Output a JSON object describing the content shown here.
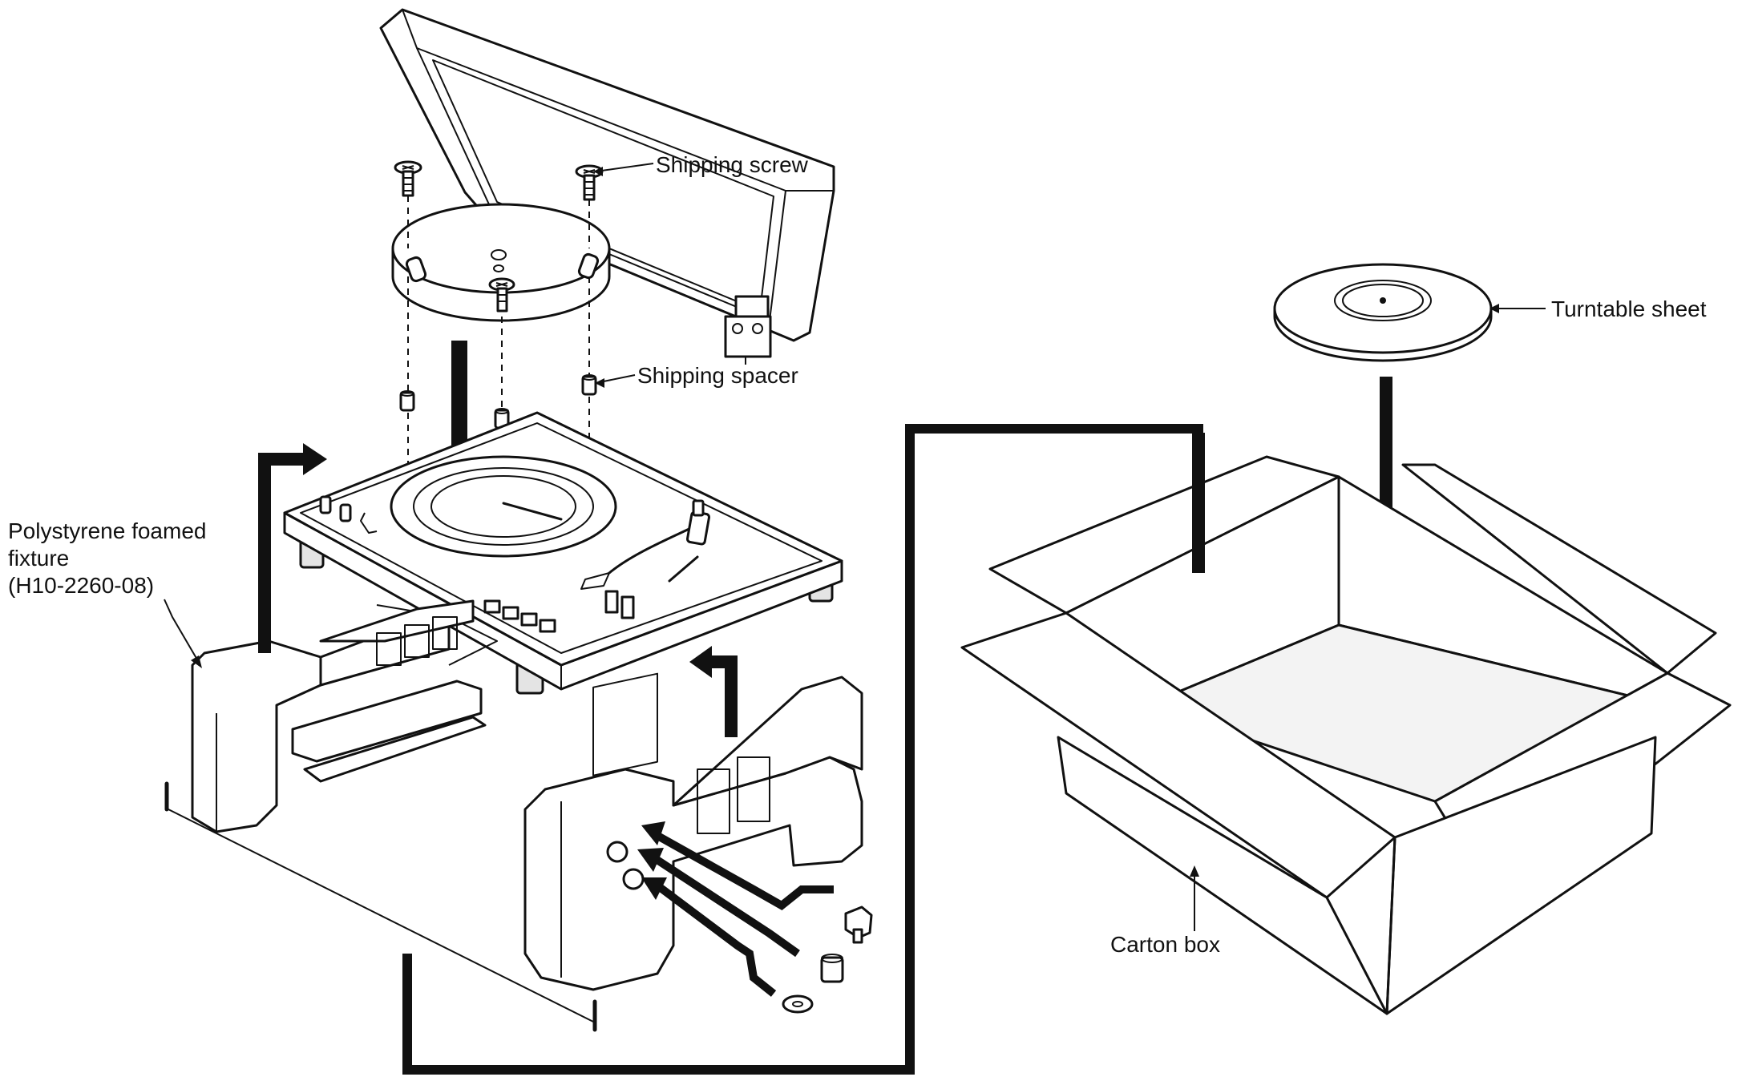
{
  "labels": {
    "shipping_screw": "Shipping screw",
    "shipping_spacer": "Shipping spacer",
    "turntable_sheet": "Turntable sheet",
    "polystyrene_line1": "Polystyrene foamed",
    "polystyrene_line2": "fixture",
    "polystyrene_line3": "(H10-2260-08)",
    "carton_box": "Carton box"
  },
  "colors": {
    "ink": "#111111",
    "paper": "#ffffff"
  }
}
